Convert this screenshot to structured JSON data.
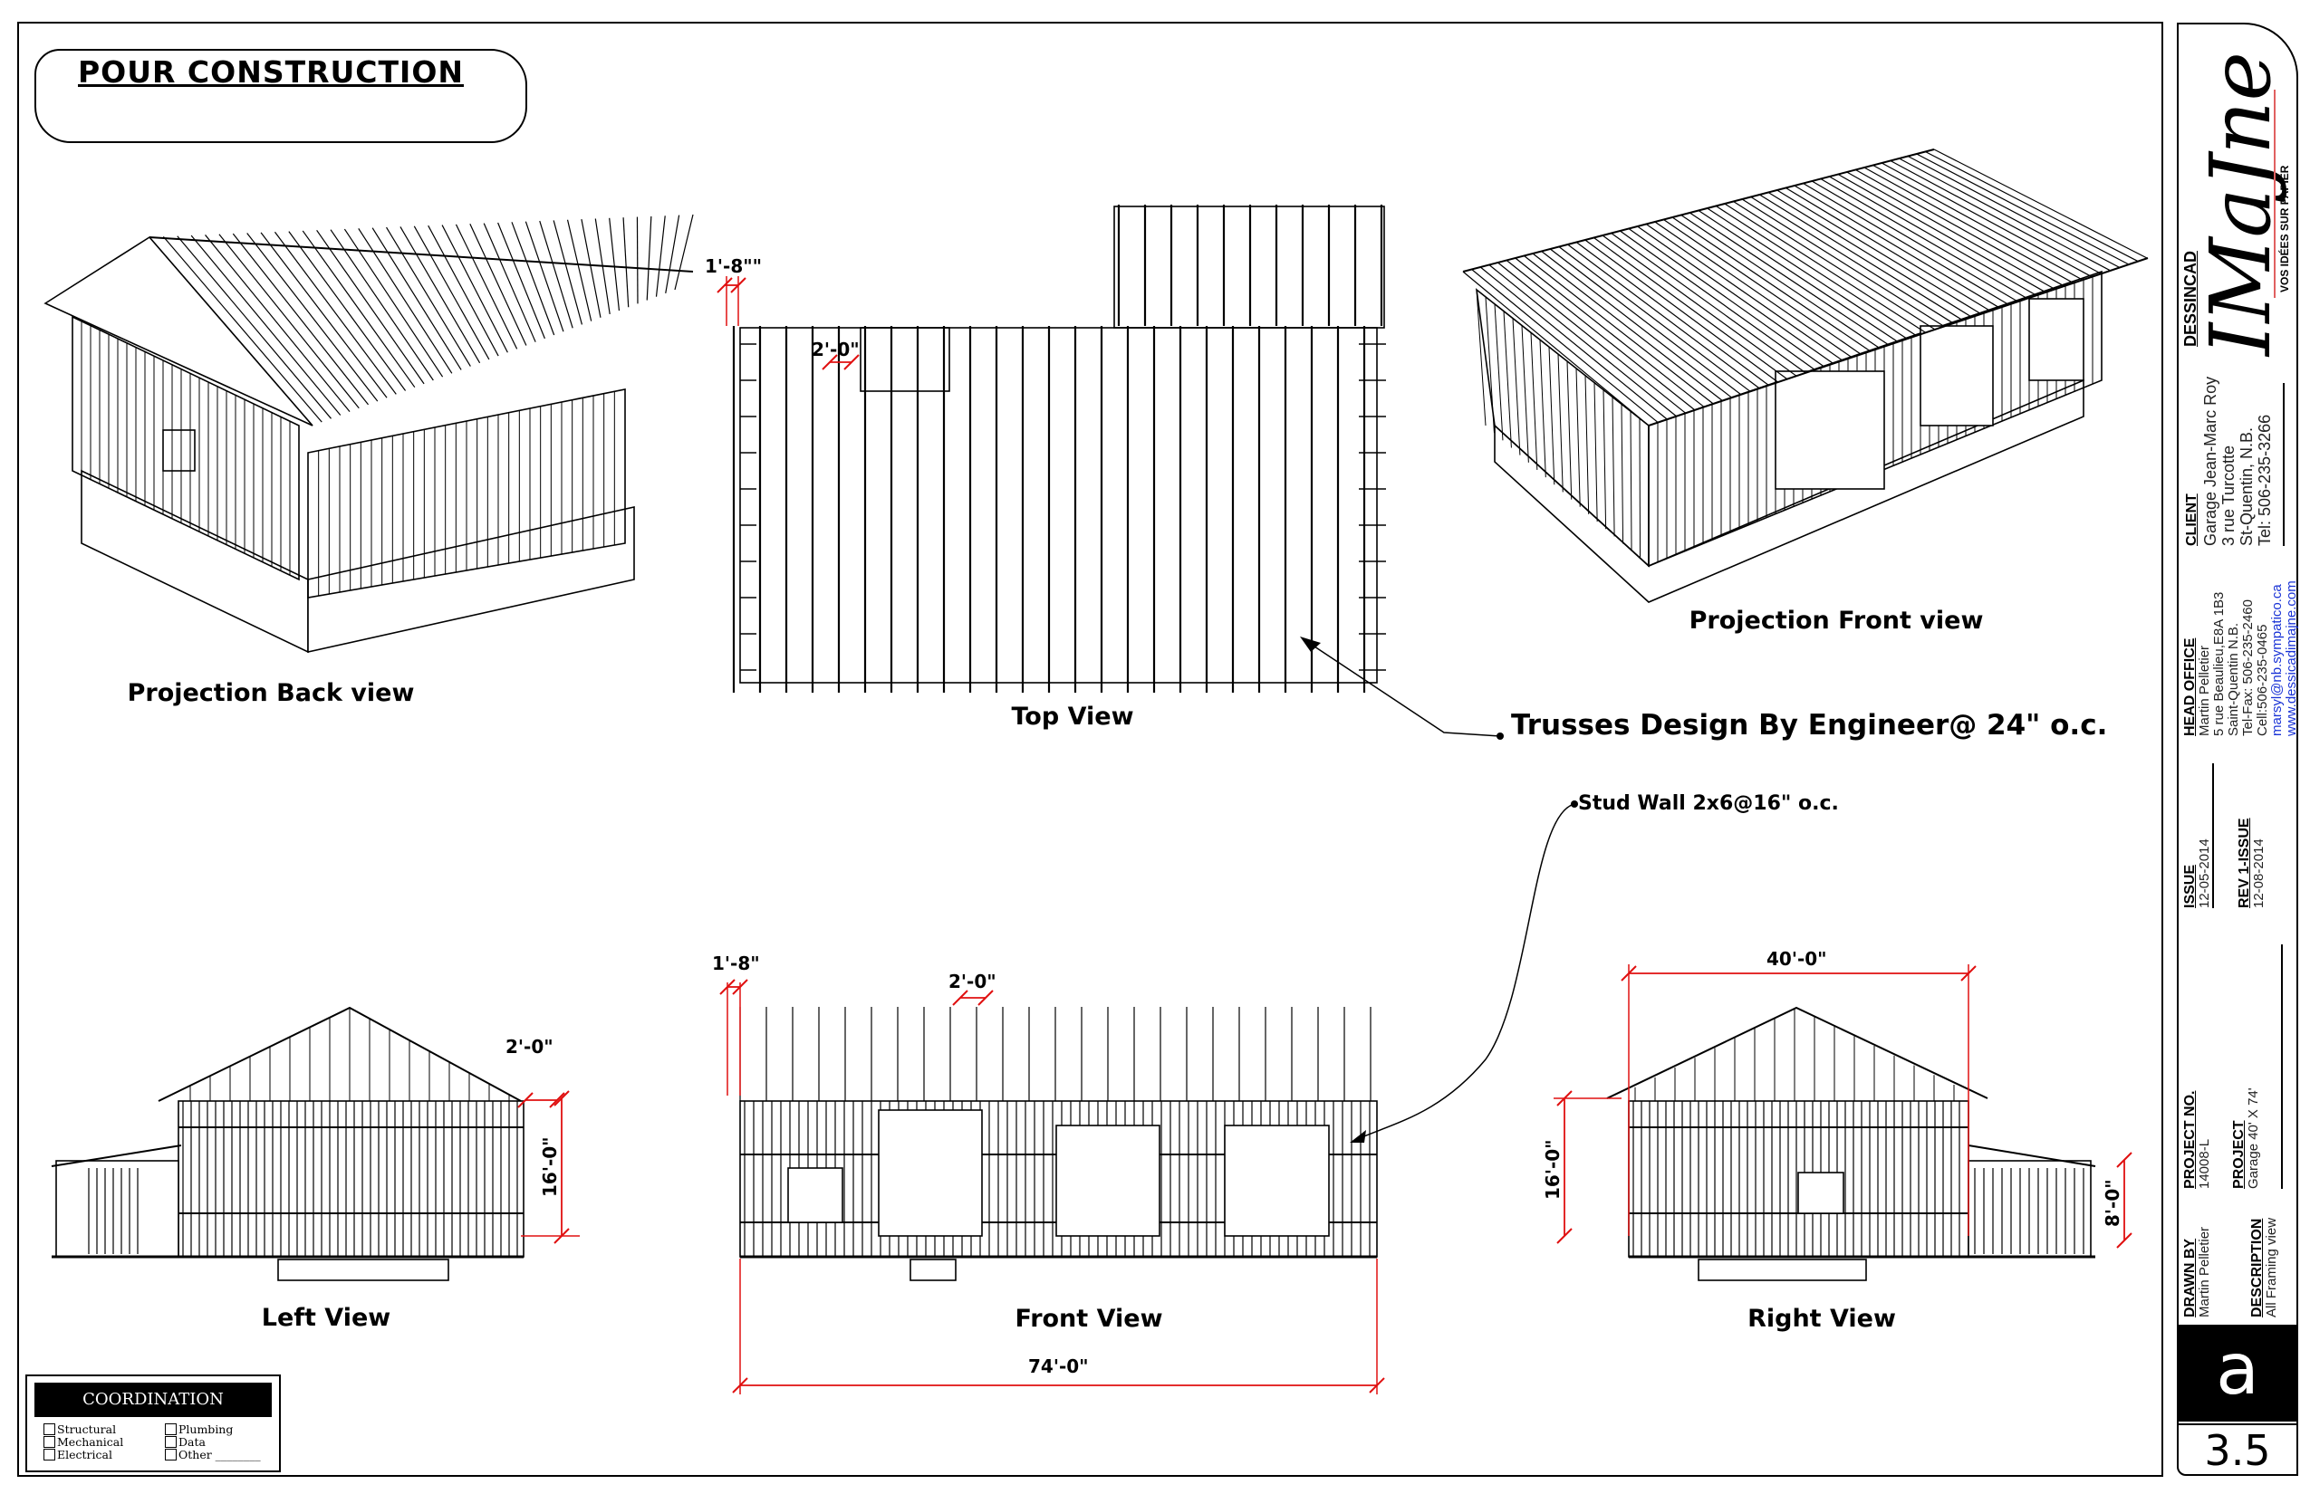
{
  "sheet_title": "POUR  CONSTRUCTION",
  "views": {
    "projection_back": "Projection Back view",
    "top": "Top View",
    "projection_front": "Projection Front view",
    "left": "Left View",
    "front": "Front View",
    "right": "Right View"
  },
  "notes": {
    "trusses": "Trusses Design By Engineer@ 24\" o.c.",
    "stud_wall": "Stud Wall 2x6@16\" o.c."
  },
  "dimensions": {
    "top_overhang": "1'-8\"\"",
    "top_spacing": "2'-0\"",
    "front_overhang": "1'-8\"",
    "front_spacing": "2'-0\"",
    "front_length": "74'-0\"",
    "left_spacing": "2'-0\"",
    "left_height": "16'-0\"",
    "right_width": "40'-0\"",
    "right_height": "16'-0\"",
    "right_leanto_height": "8'-0\""
  },
  "coordination": {
    "title": "COORDINATION",
    "items": [
      "Structural",
      "Mechanical",
      "Electrical",
      "Plumbing",
      "Data",
      "Other ________"
    ]
  },
  "title_block": {
    "logo": {
      "prefix": "DESSINCAD",
      "name": "IMaJne",
      "tagline": "VOS IDÉES SUR PAPIER"
    },
    "client": {
      "heading": "CLIENT",
      "lines": [
        "Garage Jean-Marc Roy",
        "3 rue Turcotte",
        "St-Quentin, N.B.",
        "Tel: 506-235-3266"
      ]
    },
    "head_office": {
      "heading": "HEAD OFFICE",
      "lines": [
        "Martin Pelletier",
        "5 rue Beaulieu,E8A 1B3",
        "Saint-Quentin N.B.",
        "Tel-Fax: 506-235-2460",
        "Cell:506-235-0465"
      ],
      "email": "marsyl@nb.sympatico.ca",
      "web": "www.dessicadimajne.com"
    },
    "issue": {
      "heading": "ISSUE",
      "date": "12-05-2014",
      "rev_heading": "REV 1-ISSUE",
      "rev_date": "12-08-2014"
    },
    "project_no": {
      "heading": "PROJECT NO.",
      "value": "14008-L"
    },
    "project": {
      "heading": "PROJECT",
      "value": "Garage 40' X 74'"
    },
    "drawn_by": {
      "heading": "DRAWN BY",
      "value": "Martin Pelletier"
    },
    "description": {
      "heading": "DESCRIPTION",
      "value": "All Framing view"
    },
    "sheet_letter": "a",
    "sheet_number": "3.5"
  },
  "colors": {
    "dimension": "#e01010",
    "ink": "#000000",
    "link": "#1a33d6"
  }
}
